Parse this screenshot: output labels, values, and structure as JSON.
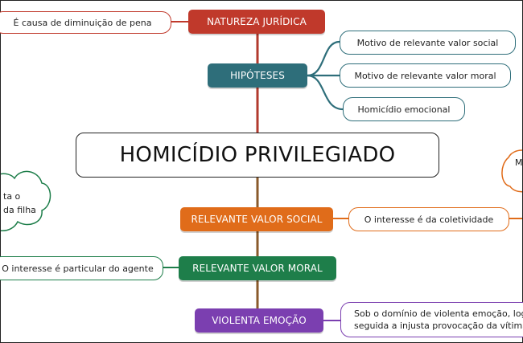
{
  "central_topic": "HOMICÍDIO PRIVILEGIADO",
  "branches": {
    "natureza": {
      "label": "NATUREZA JURÍDICA",
      "color": "#c0392b",
      "leaf": "É causa de diminuição de pena"
    },
    "hipoteses": {
      "label": "HIPÓTESES",
      "color": "#2e6e7a",
      "leaves": [
        "Motivo de relevante valor social",
        "Motivo de relevante valor moral",
        "Homicídio emocional"
      ]
    },
    "valor_social": {
      "label": "RELEVANTE VALOR SOCIAL",
      "color": "#e06c1a",
      "leaf": "O interesse é da coletividade"
    },
    "valor_moral": {
      "label": "RELEVANTE VALOR MORAL",
      "color": "#1e7e4a",
      "leaf": "O interesse é particular do agente"
    },
    "emocao": {
      "label": "VIOLENTA EMOÇÃO",
      "color": "#7b3fb0",
      "leaf_line1": "Sob o domínio de violenta emoção, logo e",
      "leaf_line2": "seguida a injusta provocação da vítima"
    }
  },
  "clouds": {
    "left_line1": "ta o",
    "left_line2": "da filha",
    "right_line1": "M"
  }
}
